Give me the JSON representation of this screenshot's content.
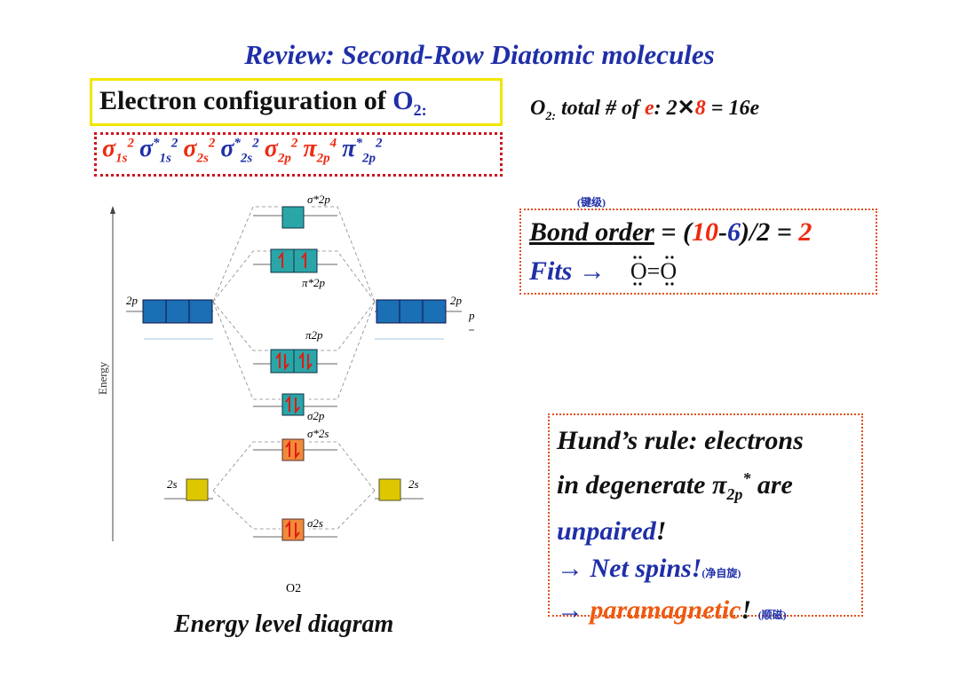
{
  "title": "Review: Second-Row Diatomic molecules",
  "config": {
    "label": "Electron configuration of ",
    "molecule": "O",
    "molecule_sub": "2:"
  },
  "total": {
    "prefix": "O",
    "prefix_sub": "2:",
    "text1": " total # of ",
    "e": "e",
    "text2": ": 2",
    "times": "✕",
    "eight": "8",
    "text3": " = 16e"
  },
  "orbitals": [
    {
      "sym": "σ",
      "star": "",
      "sub": "1s",
      "sup": "2",
      "color": "#ee2a10"
    },
    {
      "sym": "σ",
      "star": "*",
      "sub": "1s",
      "sup": "2",
      "color": "#1f2fa8"
    },
    {
      "sym": "σ",
      "star": "",
      "sub": "2s",
      "sup": "2",
      "color": "#ee2a10"
    },
    {
      "sym": "σ",
      "star": "*",
      "sub": "2s",
      "sup": "2",
      "color": "#1f2fa8"
    },
    {
      "sym": "σ",
      "star": "",
      "sub": "2p",
      "sup": "2",
      "color": "#ee2a10"
    },
    {
      "sym": "π",
      "star": "",
      "sub": "2p",
      "sup": "4",
      "color": "#ee2a10"
    },
    {
      "sym": "π",
      "star": "*",
      "sub": "2p",
      "sup": "2",
      "color": "#1f2fa8"
    }
  ],
  "bond": {
    "note": "(键级)",
    "label": "Bond order",
    "eq1": " = (",
    "ten": "10",
    "dash": "-",
    "six": "6",
    "eq2": ")/2 = ",
    "result": "2",
    "fits": "Fits →",
    "lewis": "O=O"
  },
  "hund": {
    "line1": "Hund’s rule: electrons",
    "line2a": "in degenerate ",
    "line2pi": "π",
    "line2sub": "2p",
    "line2sup": "*",
    "line2b": " are",
    "line3": "unpaired",
    "line3b": "!",
    "line4": "→ Net spins!",
    "line4note": "(净自旋)",
    "line5a": "→ ",
    "line5b": "paramagnetic",
    "line5c": "!",
    "line5note": "(顺磁)"
  },
  "diagram": {
    "energy_label": "Energy",
    "left_2p": "2p",
    "right_2p": "2p",
    "right_p": "p",
    "left_2s": "2s",
    "right_2s": "2s",
    "sigma_star_2p": "σ*2p",
    "pi_star_2p": "π*2p",
    "pi_2p": "π2p",
    "sigma_2p": "σ2p",
    "sigma_star_2s": "σ*2s",
    "sigma_2s": "σ2s",
    "molecule": "O2",
    "caption": "Energy level diagram"
  }
}
